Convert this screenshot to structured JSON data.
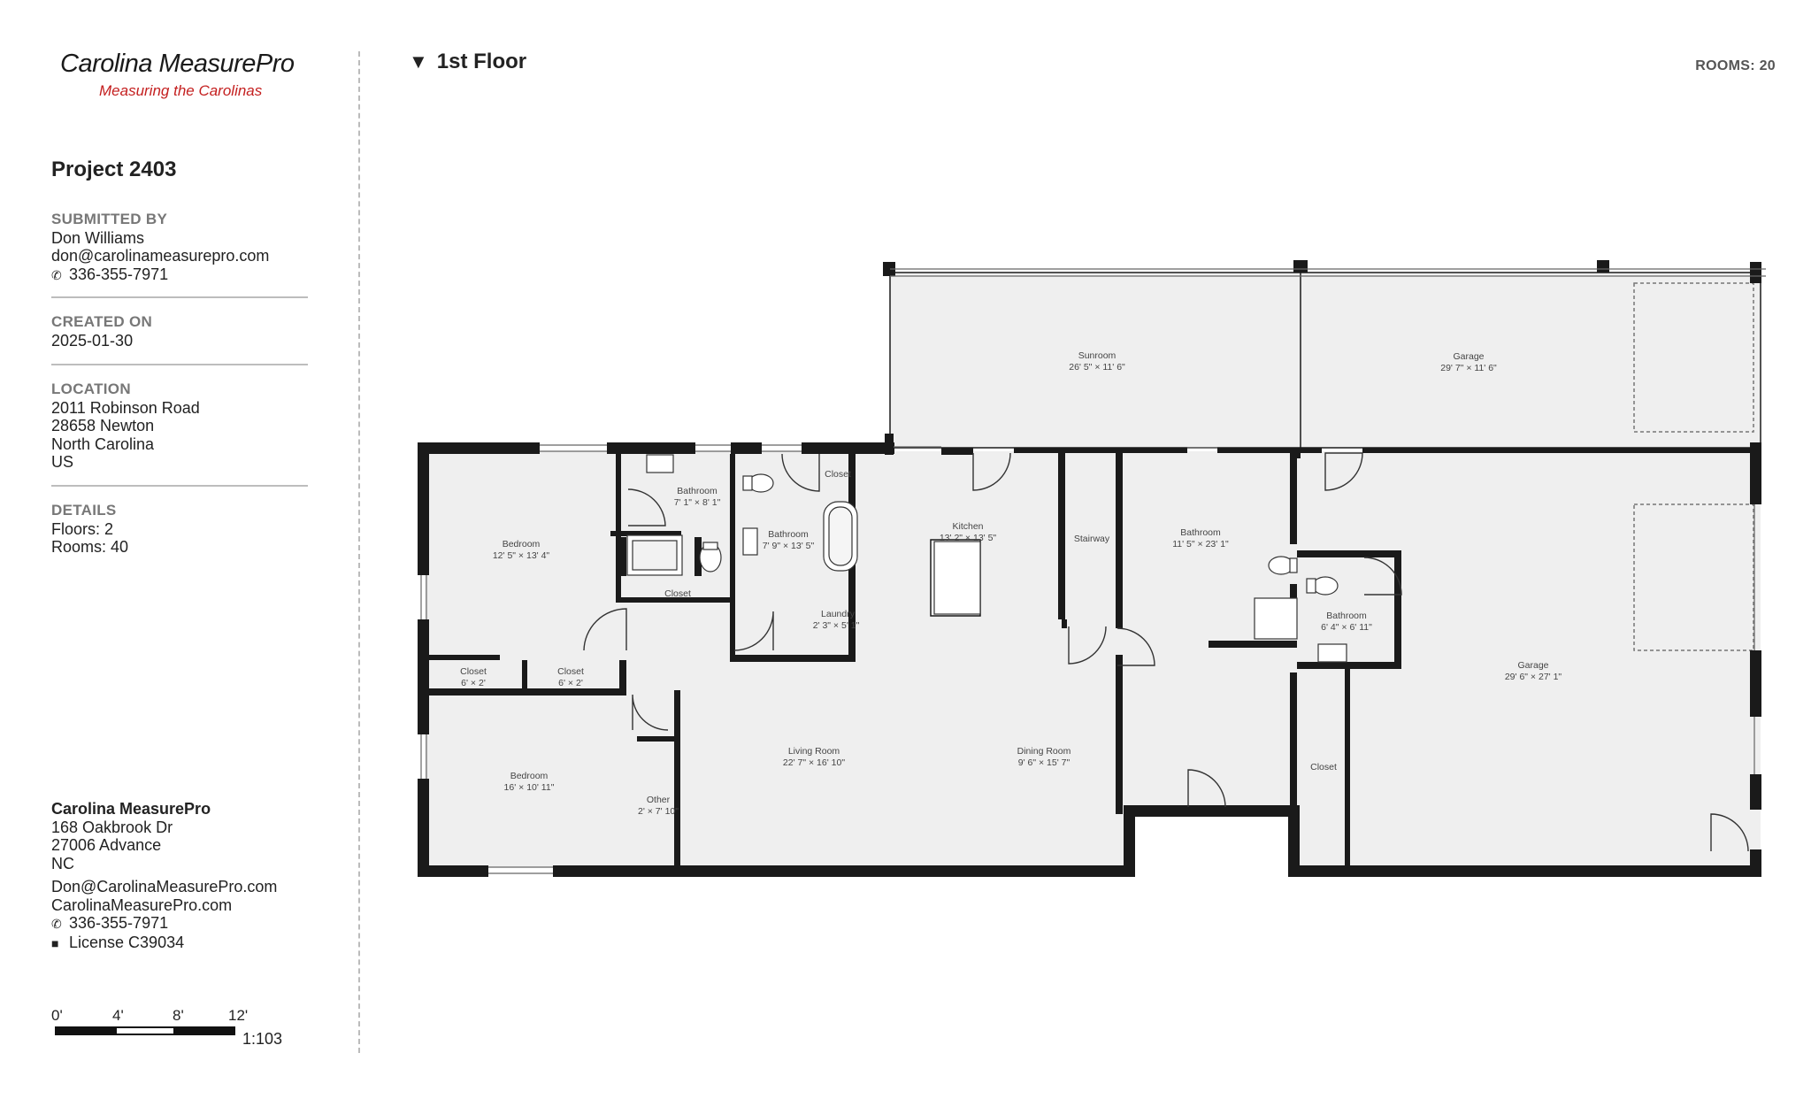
{
  "brand": {
    "name": "Carolina MeasurePro",
    "tagline": "Measuring the Carolinas",
    "tagline_color": "#c41f1f"
  },
  "project": {
    "title": "Project 2403",
    "submitted_by_label": "SUBMITTED BY",
    "submitter_name": "Don Williams",
    "submitter_email": "don@carolinameasurepro.com",
    "submitter_phone": "336-355-7971",
    "created_on_label": "CREATED ON",
    "created_on": "2025-01-30",
    "location_label": "LOCATION",
    "location_lines": [
      "2011 Robinson Road",
      "28658 Newton",
      "North Carolina",
      "US"
    ],
    "details_label": "DETAILS",
    "floors": "Floors: 2",
    "rooms": "Rooms: 40"
  },
  "company": {
    "name": "Carolina MeasurePro",
    "address_lines": [
      "168 Oakbrook Dr",
      "27006 Advance",
      "NC"
    ],
    "email": "Don@CarolinaMeasurePro.com",
    "website": "CarolinaMeasurePro.com",
    "phone": "336-355-7971",
    "license": "License C39034",
    "phone_icon": "phone-icon",
    "license_icon": "lock-icon"
  },
  "scale": {
    "ticks": [
      "0'",
      "4'",
      "8'",
      "12'"
    ],
    "ratio": "1:103"
  },
  "floor": {
    "title": "1st Floor",
    "rooms_count": "ROOMS: 20"
  },
  "rooms": [
    {
      "name": "Sunroom",
      "dims": "26' 5\" × 11' 6\""
    },
    {
      "name": "Garage",
      "dims": "29' 7\" × 11' 6\""
    },
    {
      "name": "Bedroom",
      "dims": "12' 5\" × 13' 4\""
    },
    {
      "name": "Bathroom",
      "dims": "7' 1\" × 8' 1\""
    },
    {
      "name": "Closet",
      "dims": ""
    },
    {
      "name": "Bathroom",
      "dims": "7' 9\" × 13' 5\""
    },
    {
      "name": "Kitchen",
      "dims": "13' 2\" × 13' 5\""
    },
    {
      "name": "Stairway",
      "dims": ""
    },
    {
      "name": "Bathroom",
      "dims": "11' 5\" × 23' 1\""
    },
    {
      "name": "Closet",
      "dims": ""
    },
    {
      "name": "Laundry",
      "dims": "2' 3\" × 5' 1\""
    },
    {
      "name": "Bathroom",
      "dims": "6' 4\" × 6' 11\""
    },
    {
      "name": "Closet",
      "dims": "6' × 2'"
    },
    {
      "name": "Closet",
      "dims": "6' × 2'"
    },
    {
      "name": "Garage",
      "dims": "29' 6\" × 27' 1\""
    },
    {
      "name": "Living Room",
      "dims": "22' 7\" × 16' 10\""
    },
    {
      "name": "Dining Room",
      "dims": "9' 6\" × 15' 7\""
    },
    {
      "name": "Bedroom",
      "dims": "16' × 10' 11\""
    },
    {
      "name": "Closet",
      "dims": ""
    },
    {
      "name": "Other",
      "dims": "2' × 7' 10\""
    }
  ],
  "colors": {
    "wall": "#1a1a1a",
    "floor_fill": "#efefef",
    "accent": "#c41f1f"
  }
}
